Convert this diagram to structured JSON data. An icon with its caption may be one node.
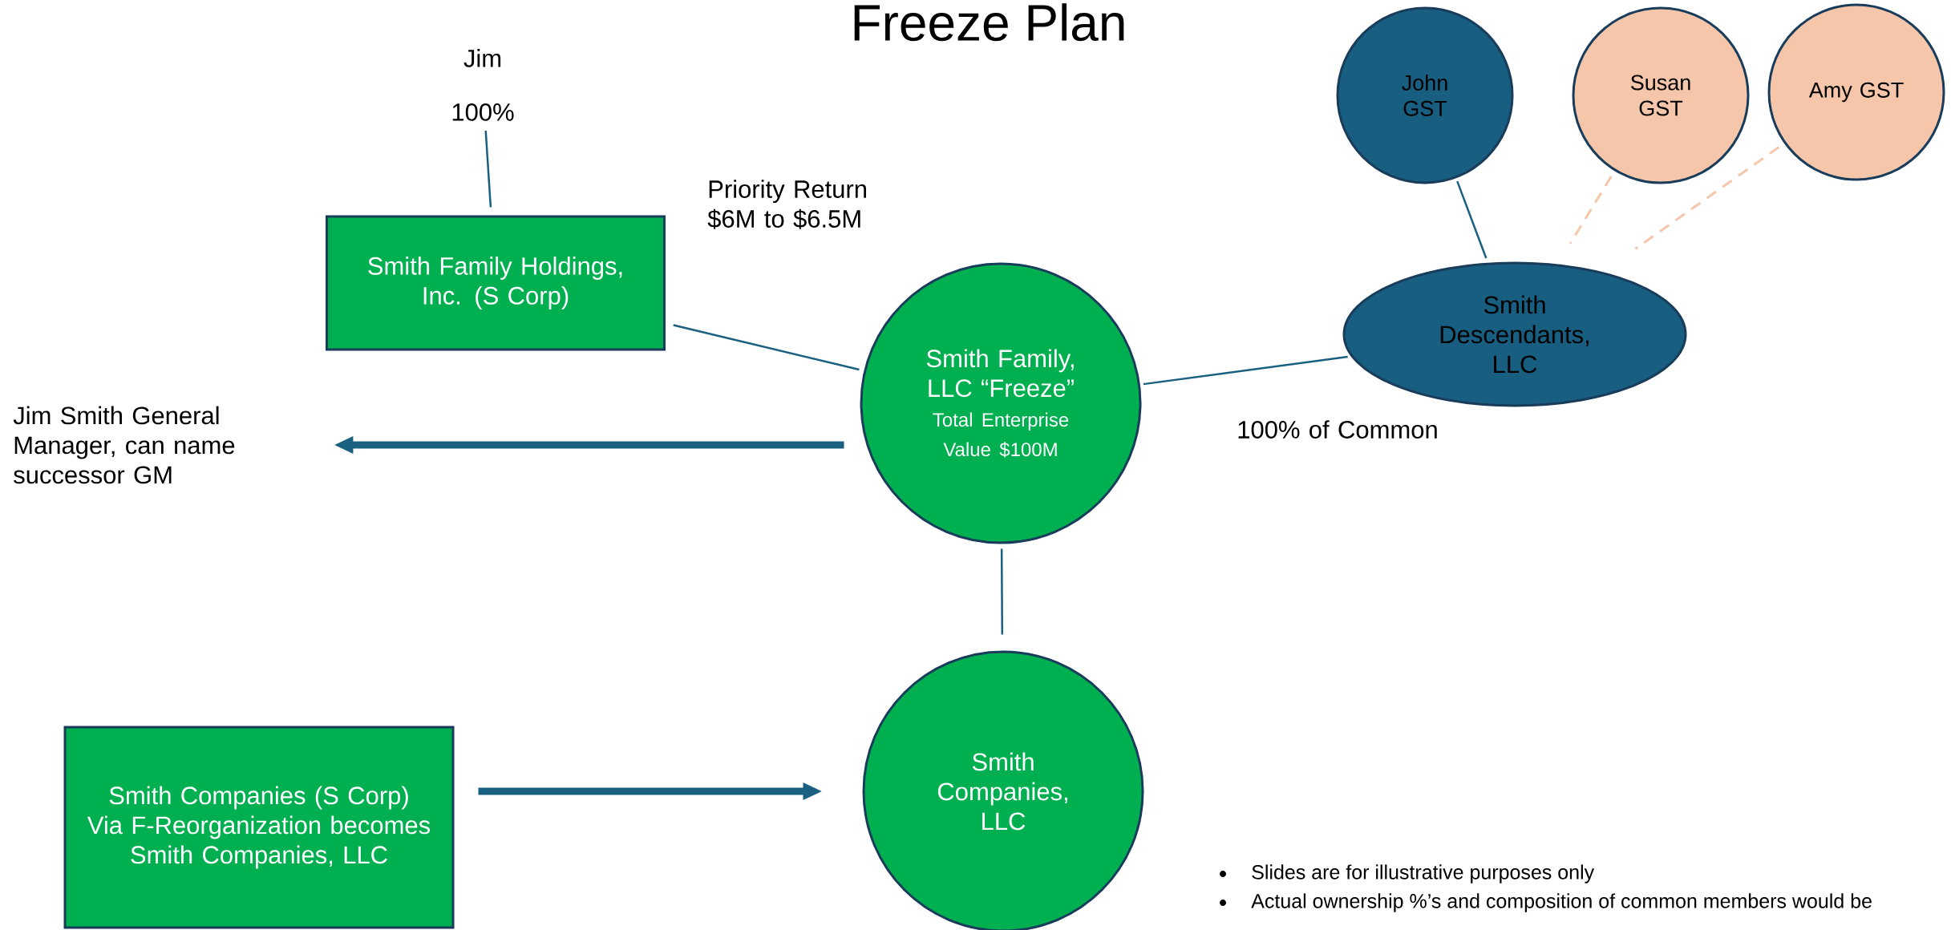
{
  "diagram": {
    "title": "Freeze Plan",
    "nodes": [
      {
        "text": [
          "Jim",
          "100%"
        ]
      },
      {
        "text": [
          "Smith Family Holdings, Inc. (S Corp)"
        ]
      },
      {
        "text": [
          "Smith Family, LLC “Freeze”",
          "Total Enterprise Value $100M"
        ]
      },
      {
        "text": [
          "Smith Descendants, LLC"
        ]
      },
      {
        "text": [
          "John GST"
        ]
      },
      {
        "text": [
          "Susan GST"
        ]
      },
      {
        "text": [
          "Amy GST"
        ]
      },
      {
        "text": [
          "Jim Smith General Manager, can name successor GM"
        ]
      },
      {
        "text": [
          "Smith Companies (S Corp) Via F-Reorganization becomes Smith Companies, LLC"
        ]
      },
      {
        "text": [
          "Smith Companies, LLC"
        ]
      }
    ],
    "edges": [
      {
        "from": 0,
        "to": 1,
        "arrow": "none"
      },
      {
        "from": 1,
        "to": 2,
        "arrow": "none",
        "label": "Priority Return $6M to $6.5M"
      },
      {
        "from": 2,
        "to": 3,
        "arrow": "none",
        "label": "100% of Common"
      },
      {
        "from": 4,
        "to": 3,
        "arrow": "none"
      },
      {
        "from": 5,
        "to": 3,
        "arrow": "none",
        "style": "dashed",
        "color": "#f5c6aa"
      },
      {
        "from": 6,
        "to": 3,
        "arrow": "none",
        "style": "dashed",
        "color": "#f5c6aa"
      },
      {
        "from": 2,
        "to": 7,
        "arrow": "to",
        "style": "thick"
      },
      {
        "from": 2,
        "to": 9,
        "arrow": "none"
      },
      {
        "from": 8,
        "to": 9,
        "arrow": "to",
        "style": "thick"
      }
    ],
    "labels": [
      "Slides are for illustrative purposes only",
      "Actual ownership %’s and composition of common members would be"
    ]
  }
}
